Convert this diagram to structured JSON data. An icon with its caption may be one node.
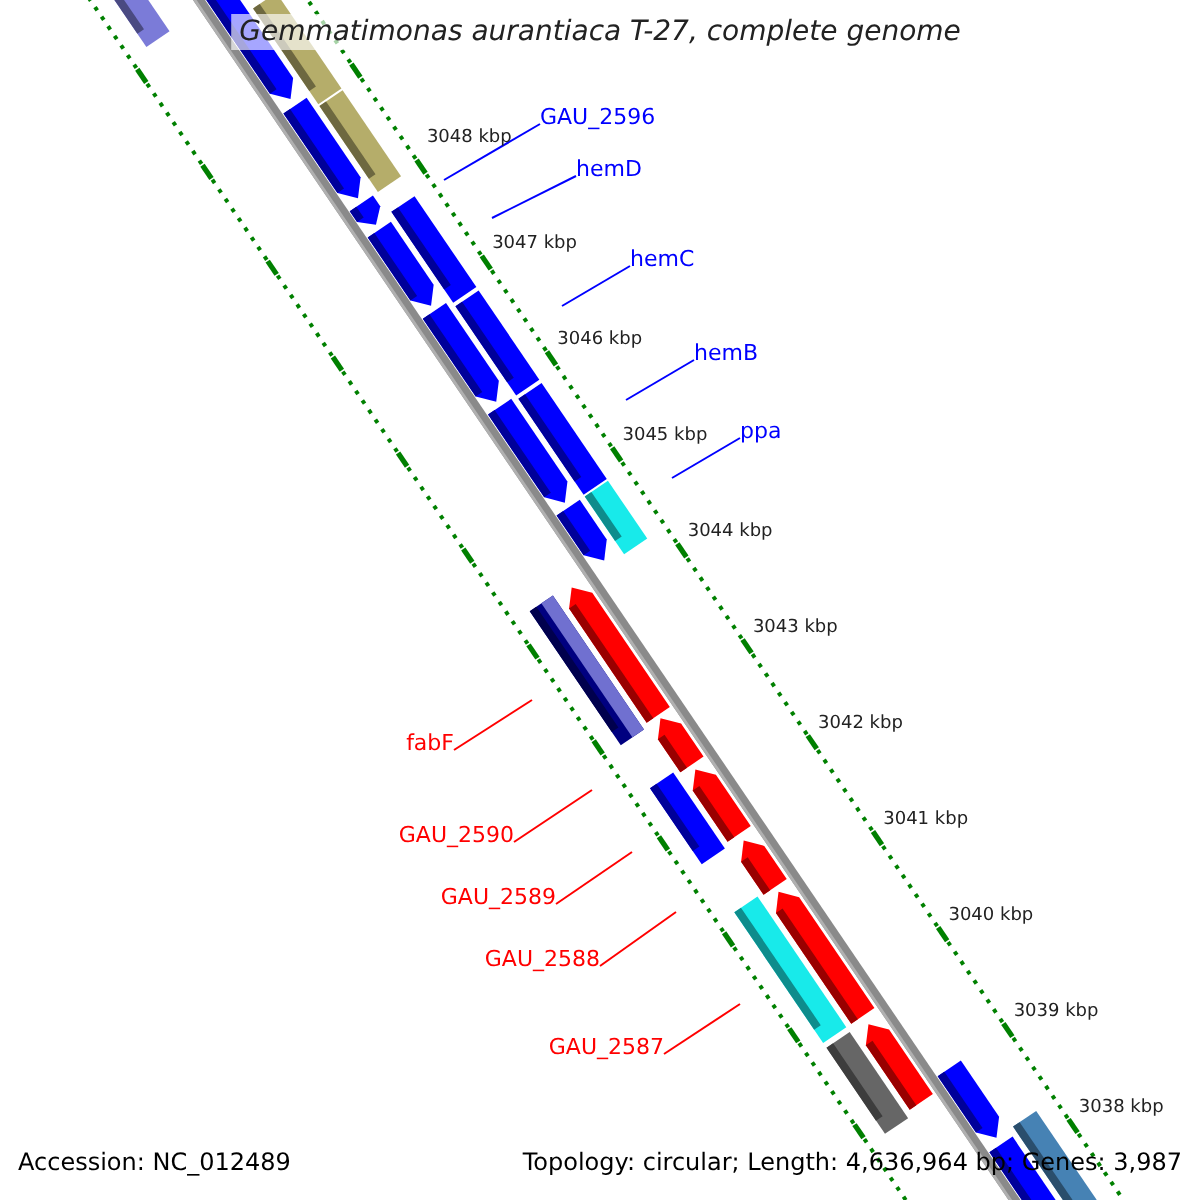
{
  "diagram": {
    "title": "Gemmatimonas aurantiaca T-27, complete genome",
    "nodes": [
      {
        "text": [
          "GAU_2596"
        ]
      },
      {
        "text": [
          "hemD"
        ]
      },
      {
        "text": [
          "hemC"
        ]
      },
      {
        "text": [
          "hemB"
        ]
      },
      {
        "text": [
          "ppa"
        ]
      },
      {
        "text": [
          "fabF"
        ]
      },
      {
        "text": [
          "GAU_2590"
        ]
      },
      {
        "text": [
          "GAU_2589"
        ]
      },
      {
        "text": [
          "GAU_2588"
        ]
      },
      {
        "text": [
          "GAU_2587"
        ]
      }
    ],
    "edges": [
      {
        "from": 0,
        "to": null,
        "arrow": "none",
        "color": "#0000ff"
      },
      {
        "from": 1,
        "to": null,
        "arrow": "none",
        "color": "#0000ff"
      },
      {
        "from": 2,
        "to": null,
        "arrow": "none",
        "color": "#0000ff"
      },
      {
        "from": 3,
        "to": null,
        "arrow": "none",
        "color": "#0000ff"
      },
      {
        "from": 4,
        "to": null,
        "arrow": "none",
        "color": "#0000ff"
      },
      {
        "from": 5,
        "to": null,
        "arrow": "none",
        "color": "#ff0000"
      },
      {
        "from": 6,
        "to": null,
        "arrow": "none",
        "color": "#ff0000"
      },
      {
        "from": 7,
        "to": null,
        "arrow": "none",
        "color": "#ff0000"
      },
      {
        "from": 8,
        "to": null,
        "arrow": "none",
        "color": "#ff0000"
      },
      {
        "from": 9,
        "to": null,
        "arrow": "none",
        "color": "#ff0000"
      }
    ],
    "labels": [
      "3048 kbp",
      "3047 kbp",
      "3046 kbp",
      "3045 kbp",
      "3044 kbp",
      "3043 kbp",
      "3042 kbp",
      "3041 kbp",
      "3040 kbp",
      "3039 kbp",
      "3038 kbp",
      "Accession: NC_012489",
      "Topology: circular; Length: 4,636,964 bp; Genes: 3,987"
    ]
  }
}
